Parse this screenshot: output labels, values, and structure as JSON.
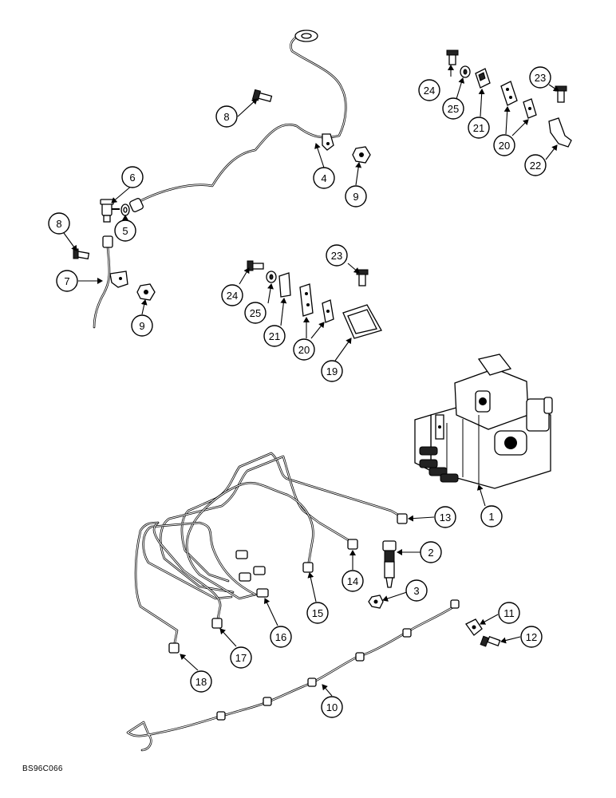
{
  "drawing_code": "BS96C066",
  "callouts": {
    "c1": "1",
    "c2": "2",
    "c3": "3",
    "c4": "4",
    "c5": "5",
    "c6": "6",
    "c7": "7",
    "c8a": "8",
    "c8b": "8",
    "c9a": "9",
    "c9b": "9",
    "c10": "10",
    "c11": "11",
    "c12": "12",
    "c13": "13",
    "c14": "14",
    "c15": "15",
    "c16": "16",
    "c17": "17",
    "c18": "18",
    "c19": "19",
    "c20a": "20",
    "c20b": "20",
    "c21a": "21",
    "c21b": "21",
    "c22": "22",
    "c23a": "23",
    "c23b": "23",
    "c24a": "24",
    "c24b": "24",
    "c25a": "25",
    "c25b": "25"
  }
}
